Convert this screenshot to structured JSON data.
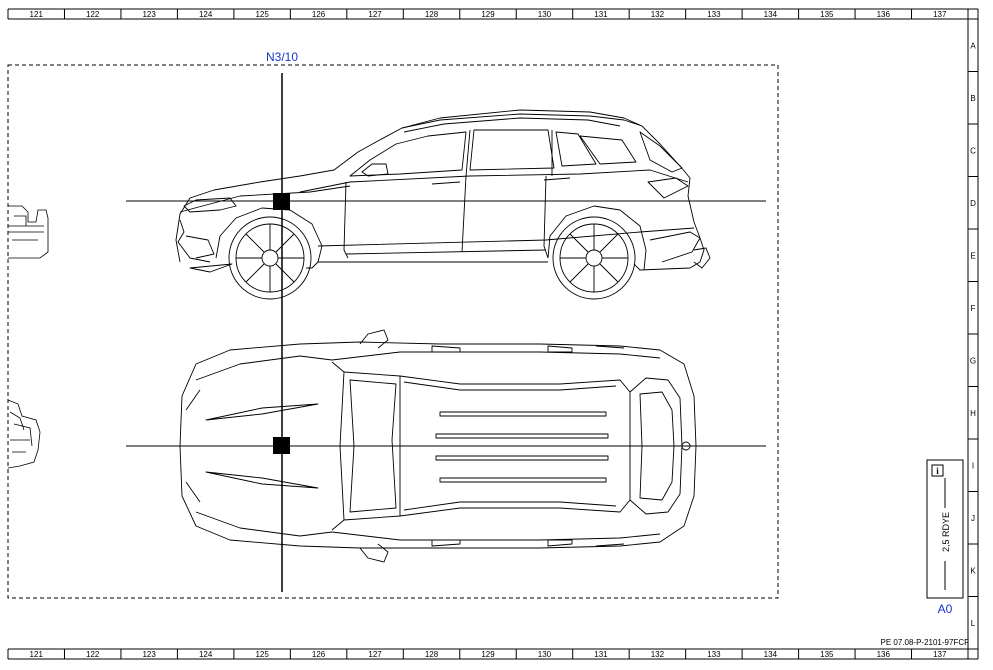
{
  "ruler": {
    "columns": [
      "121",
      "122",
      "123",
      "124",
      "125",
      "126",
      "127",
      "128",
      "129",
      "130",
      "131",
      "132",
      "133",
      "134",
      "135",
      "136",
      "137"
    ],
    "rows": [
      "A",
      "B",
      "C",
      "D",
      "E",
      "F",
      "G",
      "H",
      "I",
      "J",
      "K",
      "L"
    ]
  },
  "component": {
    "label": "N3/10"
  },
  "wire_legend": {
    "info_icon": "info-icon",
    "wire_spec": "2,5 RDYE"
  },
  "zone_ref": "A0",
  "document_code": "PE 07.08-P-2101-97FCF",
  "colors": {
    "line": "#000000",
    "label_blue": "#1a33cc"
  }
}
